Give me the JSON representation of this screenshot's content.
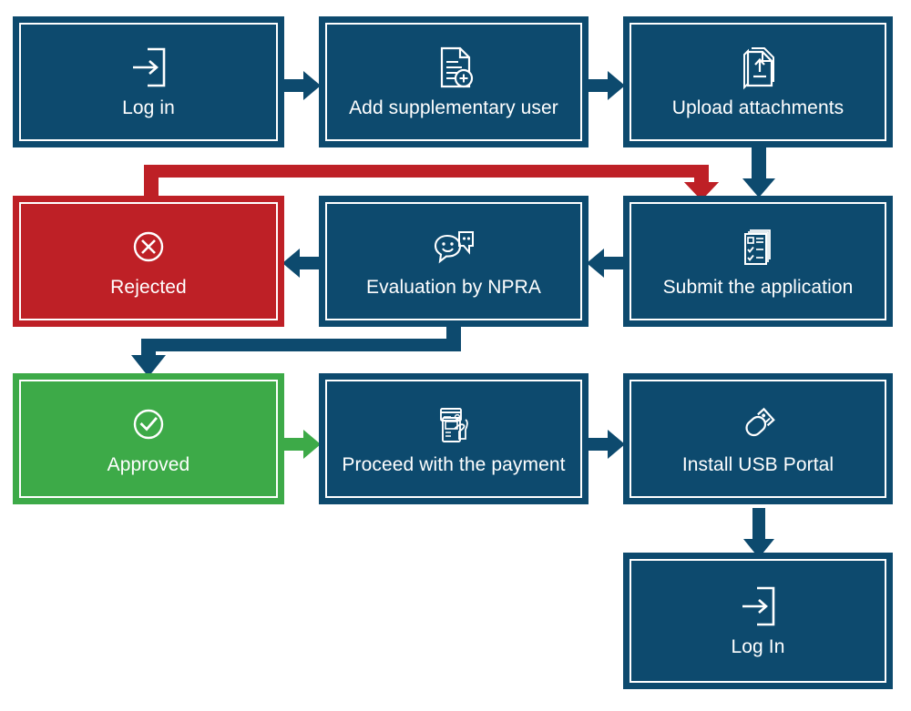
{
  "diagram": {
    "title": "NPRA application process flowchart",
    "colors": {
      "navy": "#0d4a6e",
      "red": "#be2026",
      "green": "#3daa48",
      "white": "#ffffff",
      "background": "#ffffff"
    },
    "nodes": [
      {
        "id": "log-in",
        "label": "Log in",
        "icon": "login-icon",
        "color": "#0d4a6e",
        "state": "step"
      },
      {
        "id": "add-supp-user",
        "label": "Add supplementary user",
        "icon": "document-add-icon",
        "color": "#0d4a6e",
        "state": "step"
      },
      {
        "id": "upload-attachments",
        "label": "Upload attachments",
        "icon": "document-upload-icon",
        "color": "#0d4a6e",
        "state": "step"
      },
      {
        "id": "rejected",
        "label": "Rejected",
        "icon": "x-circle-icon",
        "color": "#be2026",
        "state": "negative"
      },
      {
        "id": "evaluation-npra",
        "label": "Evaluation by NPRA",
        "icon": "chat-bubbles-icon",
        "color": "#0d4a6e",
        "state": "step"
      },
      {
        "id": "submit-application",
        "label": "Submit the application",
        "icon": "checklist-stack-icon",
        "color": "#0d4a6e",
        "state": "step"
      },
      {
        "id": "approved",
        "label": "Approved",
        "icon": "check-circle-icon",
        "color": "#3daa48",
        "state": "positive"
      },
      {
        "id": "proceed-payment",
        "label": "Proceed with the payment",
        "icon": "card-payment-icon",
        "color": "#0d4a6e",
        "state": "step"
      },
      {
        "id": "install-usb-portal",
        "label": "Install USB Portal",
        "icon": "usb-stick-icon",
        "color": "#0d4a6e",
        "state": "step"
      },
      {
        "id": "log-in-2",
        "label": "Log In",
        "icon": "login-icon",
        "color": "#0d4a6e",
        "state": "step"
      }
    ],
    "connectors": [
      {
        "id": "login-to-adduser",
        "from": "log-in",
        "to": "add-supp-user",
        "color": "#0d4a6e",
        "direction": "right"
      },
      {
        "id": "adduser-to-upload",
        "from": "add-supp-user",
        "to": "upload-attachments",
        "color": "#0d4a6e",
        "direction": "right"
      },
      {
        "id": "upload-to-submit",
        "from": "upload-attachments",
        "to": "submit-application",
        "color": "#0d4a6e",
        "direction": "down"
      },
      {
        "id": "submit-to-evaluation",
        "from": "submit-application",
        "to": "evaluation-npra",
        "color": "#0d4a6e",
        "direction": "left"
      },
      {
        "id": "evaluation-to-rejected",
        "from": "evaluation-npra",
        "to": "rejected",
        "color": "#0d4a6e",
        "direction": "left"
      },
      {
        "id": "rejected-to-submit",
        "from": "rejected",
        "to": "submit-application",
        "color": "#be2026",
        "direction": "up-right-down"
      },
      {
        "id": "evaluation-to-approved",
        "from": "evaluation-npra",
        "to": "approved",
        "color": "#0d4a6e",
        "direction": "down-left-down"
      },
      {
        "id": "approved-to-payment",
        "from": "approved",
        "to": "proceed-payment",
        "color": "#3daa48",
        "direction": "right"
      },
      {
        "id": "payment-to-usb",
        "from": "proceed-payment",
        "to": "install-usb-portal",
        "color": "#0d4a6e",
        "direction": "right"
      },
      {
        "id": "usb-to-login",
        "from": "install-usb-portal",
        "to": "log-in-2",
        "color": "#0d4a6e",
        "direction": "down"
      }
    ]
  }
}
